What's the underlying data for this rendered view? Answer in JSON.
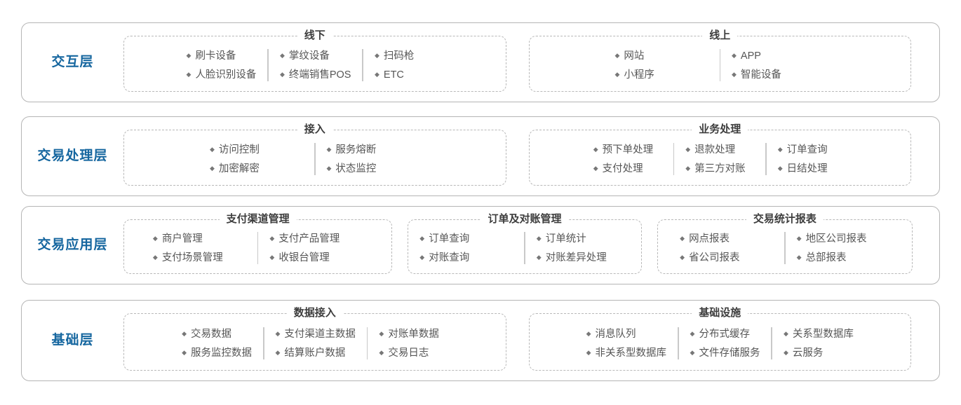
{
  "bullet_glyph": "◆",
  "colors": {
    "layer_label": "#15669f",
    "outer_border": "#b5b5b5",
    "group_border": "#b8b8b8",
    "group_title": "#3d3d3d",
    "item_text": "#565656",
    "divider": "#c9c9c9",
    "background": "#ffffff"
  },
  "layers": [
    {
      "label": "交互层",
      "groups": [
        {
          "title": "线下",
          "columns": [
            [
              "刷卡设备",
              "人脸识别设备"
            ],
            [
              "掌纹设备",
              "终端销售POS"
            ],
            [
              "扫码枪",
              "ETC"
            ]
          ]
        },
        {
          "title": "线上",
          "columns": [
            [
              "网站",
              "小程序"
            ],
            [
              "APP",
              "智能设备"
            ]
          ]
        }
      ]
    },
    {
      "label": "交易处理层",
      "groups": [
        {
          "title": "接入",
          "columns": [
            [
              "访问控制",
              "加密解密"
            ],
            [
              "服务熔断",
              "状态监控"
            ]
          ]
        },
        {
          "title": "业务处理",
          "columns": [
            [
              "预下单处理",
              "支付处理"
            ],
            [
              "退款处理",
              "第三方对账"
            ],
            [
              "订单查询",
              "日结处理"
            ]
          ]
        }
      ]
    },
    {
      "label": "交易应用层",
      "groups": [
        {
          "title": "支付渠道管理",
          "columns": [
            [
              "商户管理",
              "支付场景管理"
            ],
            [
              "支付产品管理",
              "收银台管理"
            ]
          ]
        },
        {
          "title": "订单及对账管理",
          "columns": [
            [
              "订单查询",
              "对账查询"
            ],
            [
              "订单统计",
              "对账差异处理"
            ]
          ]
        },
        {
          "title": "交易统计报表",
          "columns": [
            [
              "网点报表",
              "省公司报表"
            ],
            [
              "地区公司报表",
              "总部报表"
            ]
          ]
        }
      ]
    },
    {
      "label": "基础层",
      "groups": [
        {
          "title": "数据接入",
          "columns": [
            [
              "交易数据",
              "服务监控数据"
            ],
            [
              "支付渠道主数据",
              "结算账户数据"
            ],
            [
              "对账单数据",
              "交易日志"
            ]
          ]
        },
        {
          "title": "基础设施",
          "columns": [
            [
              "消息队列",
              "非关系型数据库"
            ],
            [
              "分布式缓存",
              "文件存储服务"
            ],
            [
              "关系型数据库",
              "云服务"
            ]
          ]
        }
      ]
    }
  ]
}
